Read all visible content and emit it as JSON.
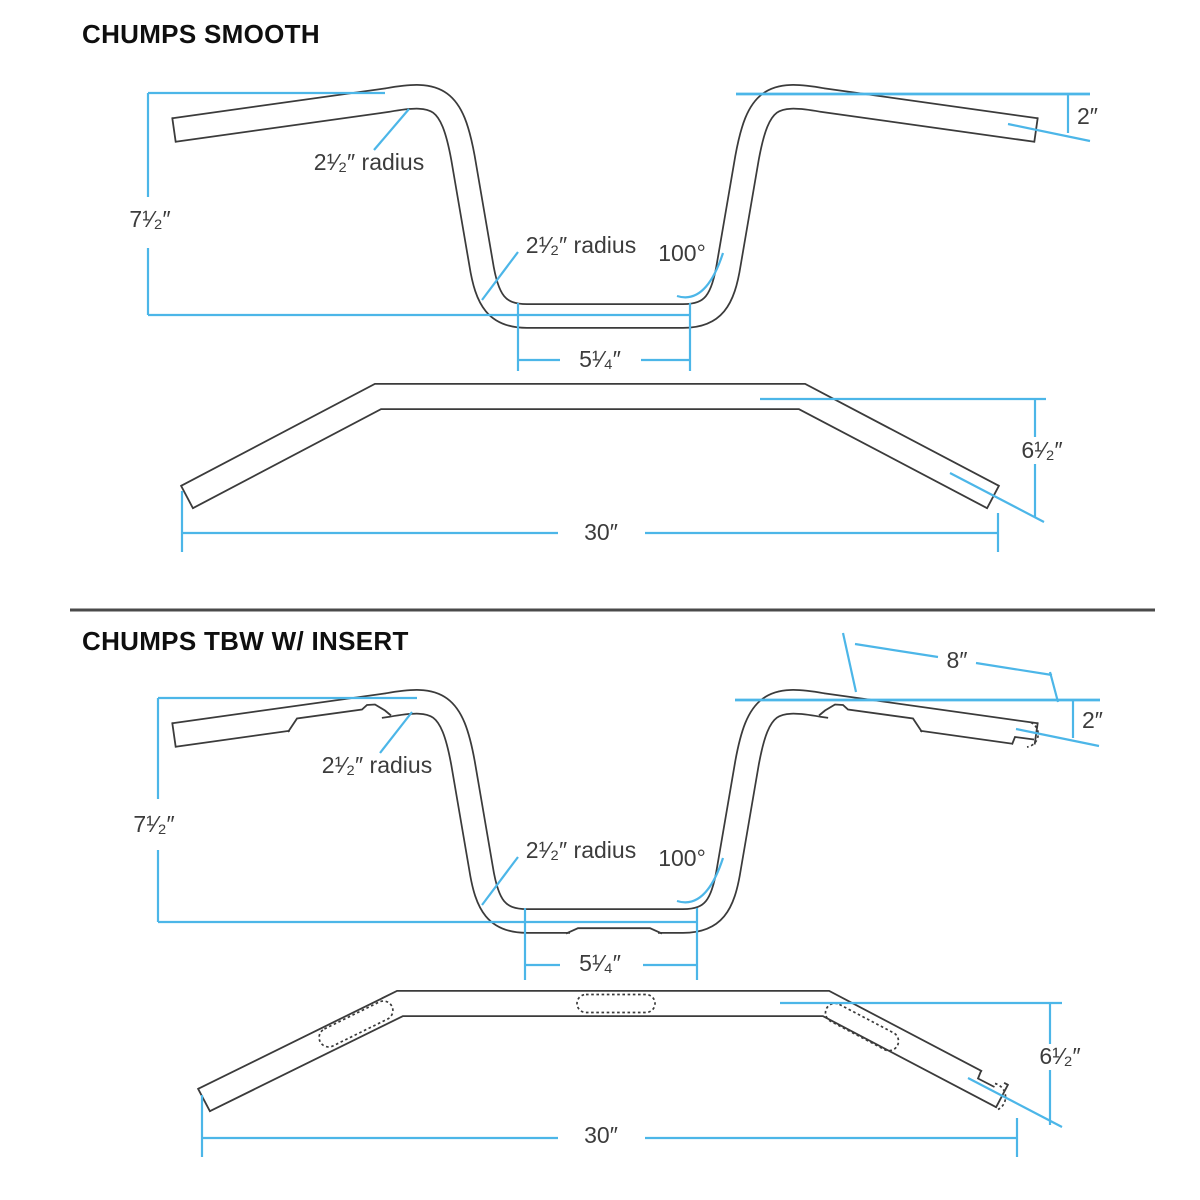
{
  "colors": {
    "dimension_blue": "#4cb6e8",
    "outline_dark": "#3b3b3b",
    "label_text": "#3c3c3c",
    "title_text": "#0f0f0f",
    "divider": "#4a4a4a",
    "background": "#ffffff"
  },
  "sections": [
    {
      "title": "CHUMPS SMOOTH",
      "front_view": {
        "labels": {
          "rise": "7¹⁄₂″",
          "radius_upper": "2¹⁄₂″ radius",
          "radius_lower": "2¹⁄₂″ radius",
          "bend_angle": "100°",
          "end_drop": "2″",
          "center_width": "5¹⁄₄″"
        }
      },
      "top_view": {
        "labels": {
          "overall_width": "30″",
          "pullback": "6¹⁄₂″"
        }
      }
    },
    {
      "title": "CHUMPS TBW W/ INSERT",
      "front_view": {
        "labels": {
          "rise": "7¹⁄₂″",
          "radius_upper": "2¹⁄₂″ radius",
          "radius_lower": "2¹⁄₂″ radius",
          "bend_angle": "100°",
          "end_drop": "2″",
          "grip_length": "8″",
          "center_width": "5¹⁄₄″"
        }
      },
      "top_view": {
        "labels": {
          "overall_width": "30″",
          "pullback": "6¹⁄₂″"
        }
      }
    }
  ]
}
